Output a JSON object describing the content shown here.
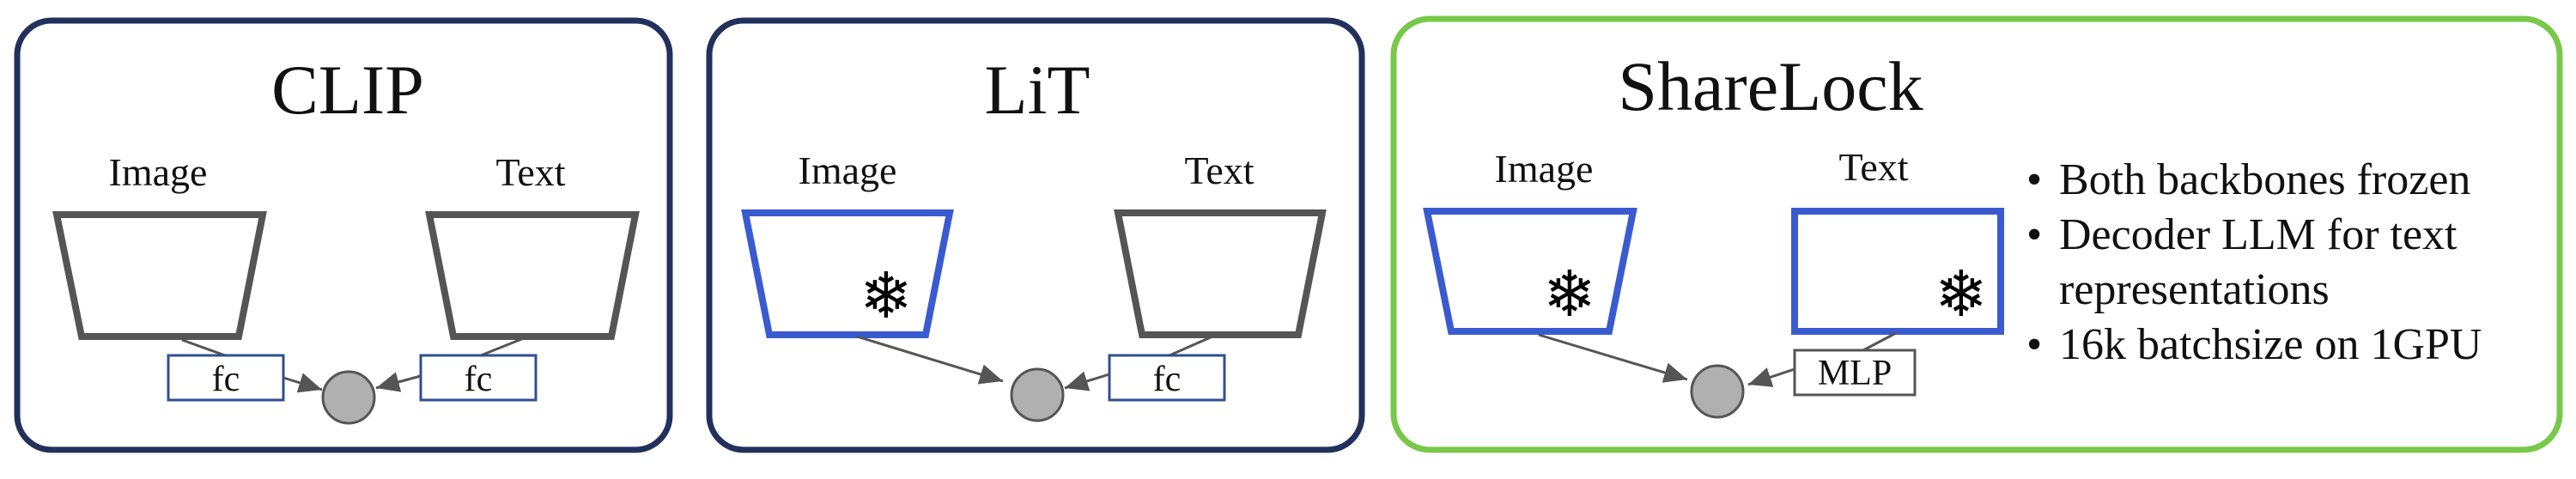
{
  "colors": {
    "panel_border_dark": "#22315c",
    "panel_border_green": "#78c84a",
    "encoder_gray": "#555555",
    "encoder_frozen_blue": "#3a5bd0",
    "node_fill": "#b0b0b0",
    "small_box_border": "#2f4f8f"
  },
  "panels": [
    {
      "title": "CLIP",
      "image_label": "Image",
      "text_label": "Text",
      "image_head": "fc",
      "text_head": "fc",
      "image_frozen": false,
      "text_frozen": false
    },
    {
      "title": "LiT",
      "image_label": "Image",
      "text_label": "Text",
      "image_head": "",
      "text_head": "fc",
      "image_frozen": true,
      "text_frozen": false
    },
    {
      "title": "ShareLock",
      "image_label": "Image",
      "text_label": "Text",
      "image_head": "",
      "text_head": "MLP",
      "image_frozen": true,
      "text_frozen": true,
      "bullets": [
        "Both backbones frozen",
        "Decoder LLM for text",
        "representations",
        "16k batchsize on 1GPU"
      ]
    }
  ],
  "icons": {
    "frozen": "snowflake-icon",
    "snowflake_glyph": "❄",
    "bullet_glyph": "•"
  }
}
